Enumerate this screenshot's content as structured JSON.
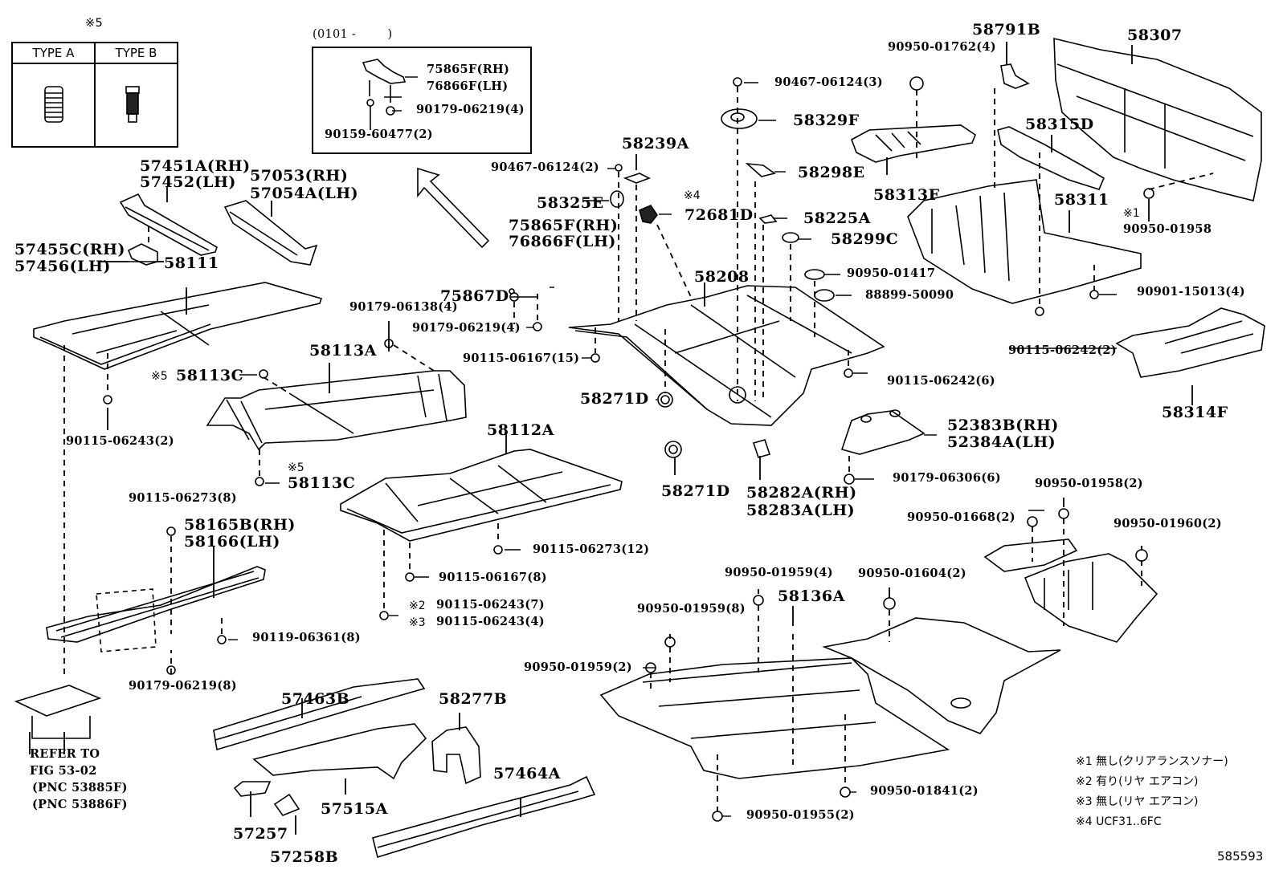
{
  "diagram": {
    "figure_number": "585593",
    "type_table": {
      "marker": "※5",
      "type_a": "TYPE A",
      "type_b": "TYPE B"
    },
    "inset": {
      "date_range": "(0101 -        )",
      "labels": {
        "bracket_rh": "75865F(RH)",
        "bracket_lh": "76866F(LH)",
        "clip": "90179-06219(4)",
        "bolt": "90159-60477(2)"
      }
    },
    "parts": {
      "p57451A": "57451A(RH)",
      "p57452": "57452(LH)",
      "p57053": "57053(RH)",
      "p57054A": "57054A(LH)",
      "p57455C": "57455C(RH)",
      "p57456": "57456(LH)",
      "p58111": "58111",
      "p90115_06243_2": "90115-06243(2)",
      "p58113A": "58113A",
      "p58113C_top_marker": "※5",
      "p58113C_top": "58113C",
      "p58113C_bot_marker": "※5",
      "p58113C_bot": "58113C",
      "p90179_06138": "90179-06138(4)",
      "p90115_06273_8": "90115-06273(8)",
      "p58165B": "58165B(RH)",
      "p58166": "58166(LH)",
      "p90119_06361": "90119-06361(8)",
      "p90179_06219_8": "90179-06219(8)",
      "refer_1": "REFER TO",
      "refer_2": "FIG 53-02",
      "refer_3": "(PNC 53885F)",
      "refer_4": "(PNC 53886F)",
      "p57463B": "57463B",
      "p57515A": "57515A",
      "p57257": "57257",
      "p57258B": "57258B",
      "p58277B": "58277B",
      "p57464A": "57464A",
      "p58112A": "58112A",
      "p90115_06273_12": "90115-06273(12)",
      "p90115_06167_8": "90115-06167(8)",
      "p90115_06243_7_marker": "※2",
      "p90115_06243_7": "90115-06243(7)",
      "p90115_06243_4_marker": "※3",
      "p90115_06243_4": "90115-06243(4)",
      "p75865F": "75865F(RH)",
      "p76866F": "76866F(LH)",
      "p75867D": "75867D",
      "p90179_06219_4": "90179-06219(4)",
      "p90115_06167_15": "90115-06167(15)",
      "p90467_06124_2": "90467-06124(2)",
      "p58239A": "58239A",
      "p58325E": "58325E",
      "p72681D_marker": "※4",
      "p72681D": "72681D",
      "p58208": "58208",
      "p58271D_a": "58271D",
      "p58271D_b": "58271D",
      "p58282A": "58282A(RH)",
      "p58283A": "58283A(LH)",
      "p90467_06124_3": "90467-06124(3)",
      "p58329F": "58329F",
      "p58298E": "58298E",
      "p58225A": "58225A",
      "p58299C": "58299C",
      "p90950_01417": "90950-01417",
      "p88899_50090": "88899-50090",
      "p90115_06242_6": "90115-06242(6)",
      "p52383B": "52383B(RH)",
      "p52384A": "52384A(LH)",
      "p90179_06306": "90179-06306(6)",
      "p90950_01762": "90950-01762(4)",
      "p58313F": "58313F",
      "p58791B": "58791B",
      "p58307": "58307",
      "p58315D": "58315D",
      "p58311": "58311",
      "p90950_01958_marker": "※1",
      "p90950_01958": "90950-01958",
      "p90901_15013": "90901-15013(4)",
      "p90115_06242_2": "90115-06242(2)",
      "p58314F": "58314F",
      "p90950_01958_2": "90950-01958(2)",
      "p90950_01668": "90950-01668(2)",
      "p90950_01960": "90950-01960(2)",
      "p90950_01959_4": "90950-01959(4)",
      "p90950_01604": "90950-01604(2)",
      "p58136A": "58136A",
      "p90950_01959_8": "90950-01959(8)",
      "p90950_01959_2": "90950-01959(2)",
      "p90950_01841": "90950-01841(2)",
      "p90950_01955": "90950-01955(2)"
    },
    "footnotes": [
      "※1 無し(クリアランスソナー)",
      "※2 有り(リヤ エアコン)",
      "※3 無し(リヤ エアコン)",
      "※4 UCF31..6FC"
    ]
  }
}
